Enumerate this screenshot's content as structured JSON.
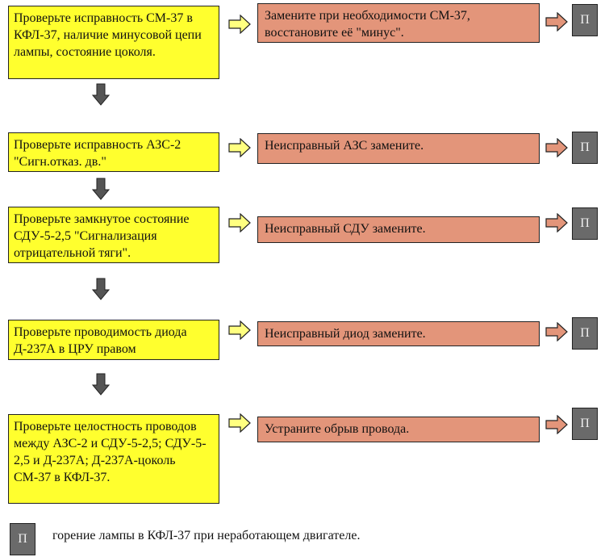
{
  "rows": [
    {
      "check": "Проверьте исправность СМ-37 в КФЛ-37, наличие минусовой цепи лампы, состояние цоколя.",
      "action": "Замените при необходимости СМ-37, восстановите её \"минус\".",
      "terminal": "П"
    },
    {
      "check": "Проверьте исправность АЗС-2 \"Сигн.отказ. дв.\"",
      "action": "Неисправный АЗС замените.",
      "terminal": "П"
    },
    {
      "check": "Проверьте замкнутое состояние СДУ-5-2,5 \"Сигнализация отрицательной тяги\".",
      "action": "Неисправный СДУ замените.",
      "terminal": "П"
    },
    {
      "check": "Проверьте проводимость диода Д-237А в ЦРУ правом",
      "action": "Неисправный диод замените.",
      "terminal": "П"
    },
    {
      "check": "Проверьте целостность проводов между АЗС-2 и СДУ-5-2,5; СДУ-5-2,5 и Д-237А; Д-237А-цоколь СМ-37 в КФЛ-37.",
      "action": "Устраните обрыв провода.",
      "terminal": "П"
    }
  ],
  "legend": {
    "symbol": "П",
    "text": "горение лампы в КФЛ-37 при неработающем двигателе."
  },
  "colors": {
    "check_fill": "#ffff2e",
    "action_fill": "#e3957a",
    "terminal_fill": "#6a6a6a",
    "arrow_right_fill": "#ffff80",
    "arrow_right2_fill": "#e3957a",
    "arrow_down_fill": "#555555"
  }
}
